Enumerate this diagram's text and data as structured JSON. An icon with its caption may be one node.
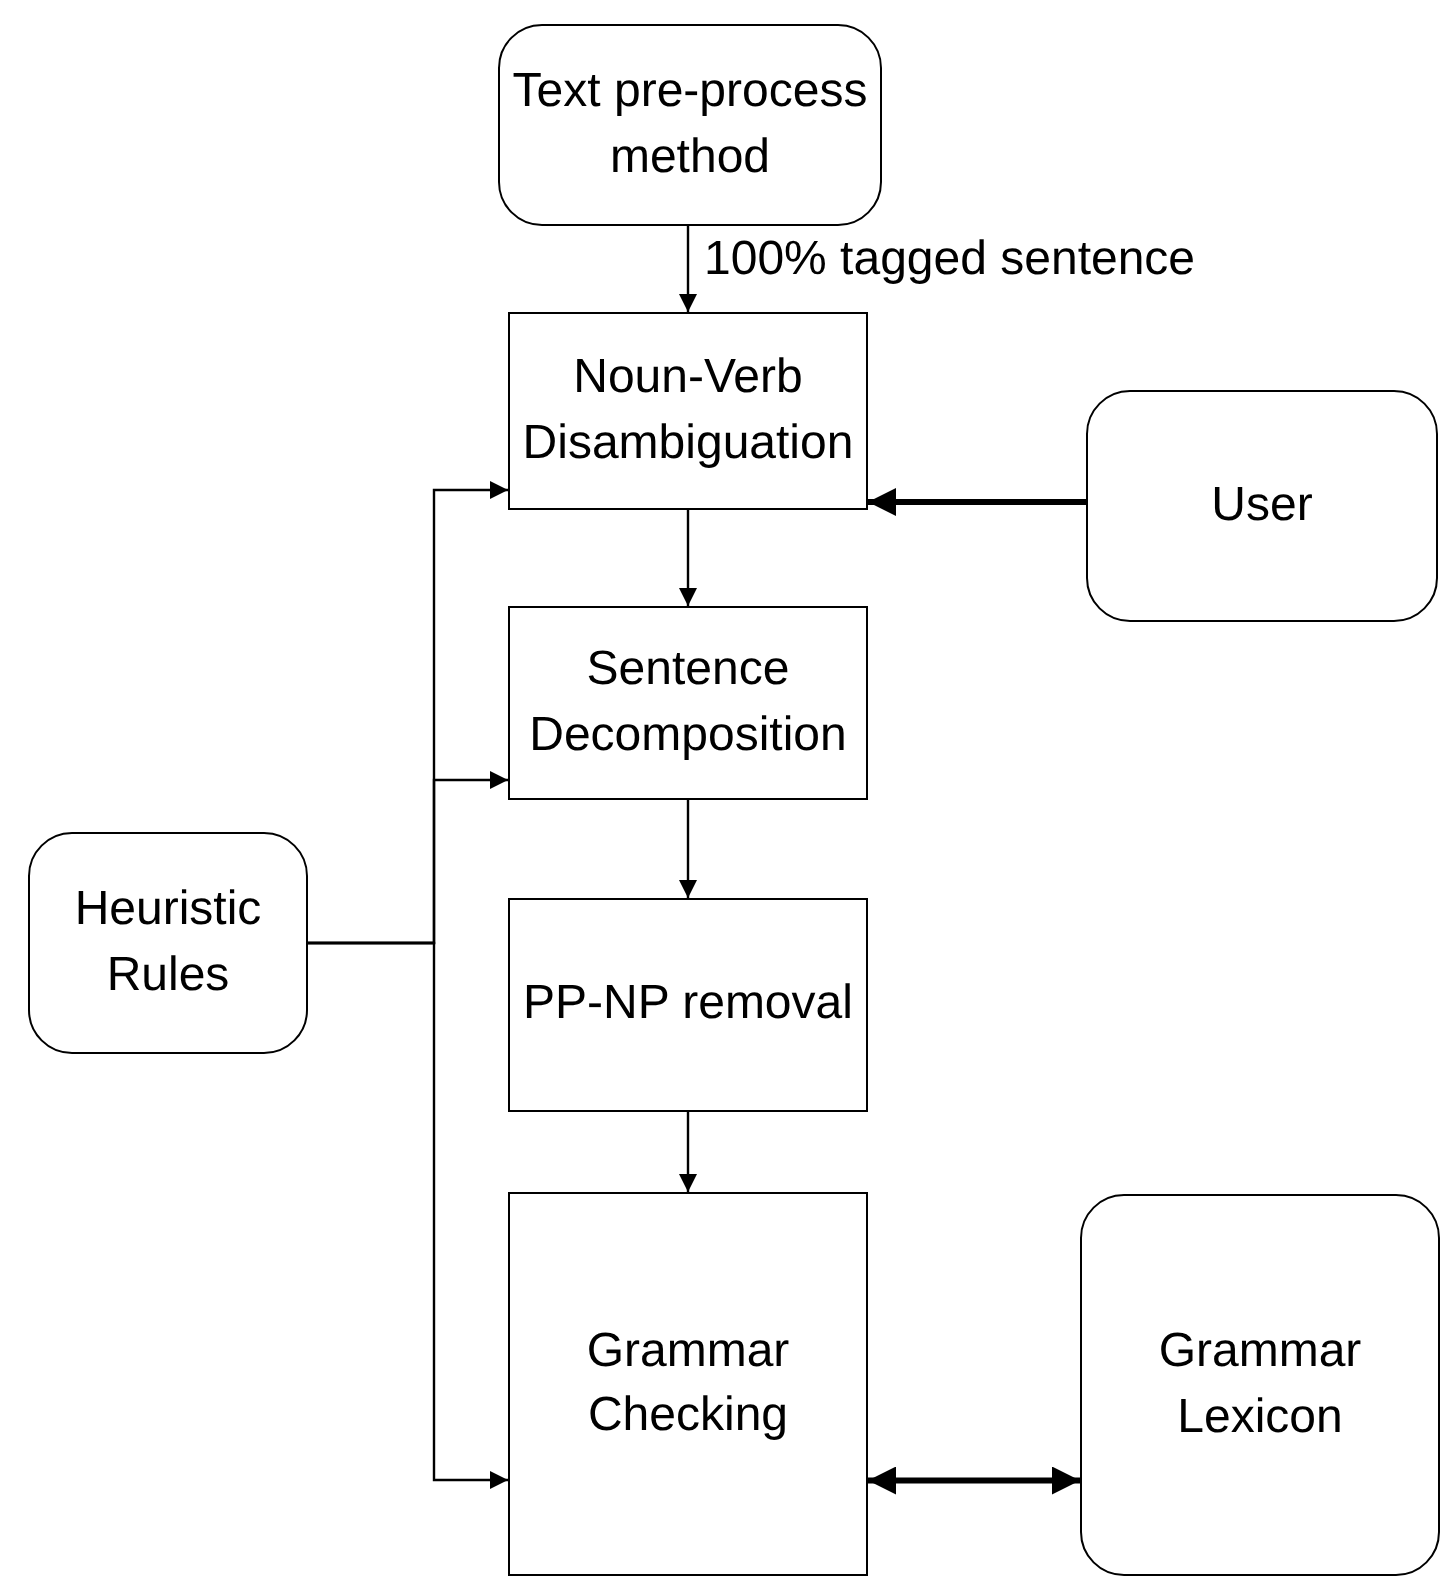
{
  "diagram": {
    "nodes": [
      {
        "text": [
          "Text pre-process method"
        ]
      },
      {
        "text": [
          "Noun-Verb Disambiguation"
        ]
      },
      {
        "text": [
          "User"
        ]
      },
      {
        "text": [
          "Sentence Decomposition"
        ]
      },
      {
        "text": [
          "Heuristic Rules"
        ]
      },
      {
        "text": [
          "PP-NP removal"
        ]
      },
      {
        "text": [
          "Grammar Checking"
        ]
      },
      {
        "text": [
          "Grammar Lexicon"
        ]
      }
    ],
    "edges": [
      {
        "from": 0,
        "to": 1,
        "arrow": "to",
        "label": "100% tagged sentence"
      },
      {
        "from": 2,
        "to": 1,
        "arrow": "to",
        "style": "thick"
      },
      {
        "from": 1,
        "to": 3,
        "arrow": "to"
      },
      {
        "from": 3,
        "to": 5,
        "arrow": "to"
      },
      {
        "from": 5,
        "to": 6,
        "arrow": "to"
      },
      {
        "from": 6,
        "to": 7,
        "arrow": "both",
        "style": "thick"
      },
      {
        "from": 4,
        "to": 1,
        "arrow": "to"
      },
      {
        "from": 4,
        "to": 3,
        "arrow": "to"
      },
      {
        "from": 4,
        "to": 6,
        "arrow": "to"
      }
    ]
  }
}
